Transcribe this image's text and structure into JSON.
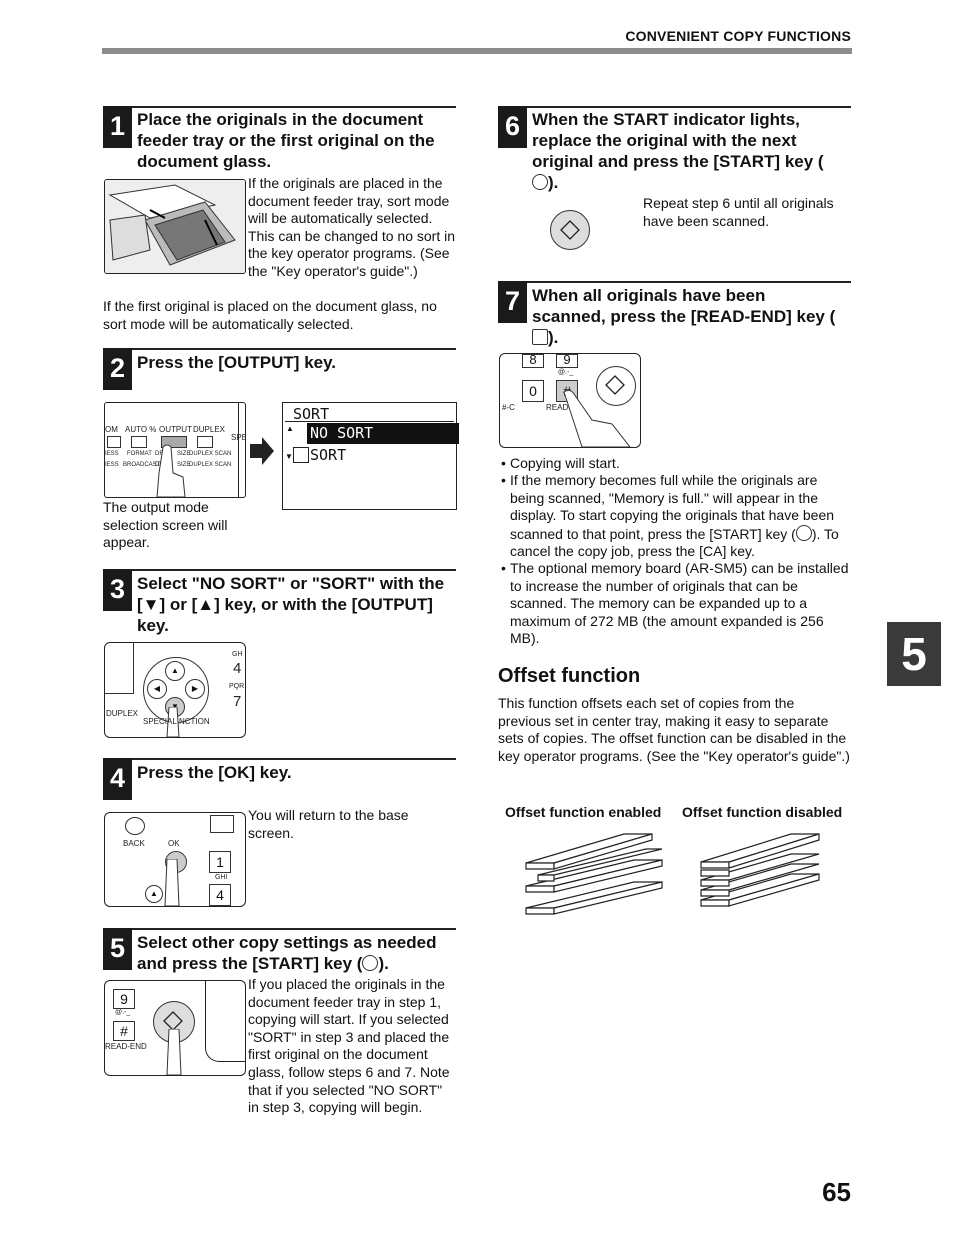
{
  "header": {
    "title": "CONVENIENT COPY FUNCTIONS"
  },
  "page_number": "65",
  "chapter_tab": "5",
  "steps": {
    "s1": {
      "num": "1",
      "title": "Place the originals in the document feeder tray or the first original on the document glass.",
      "body": "If the originals are placed in the document feeder tray, sort mode will be automatically selected. This can be changed to no sort in the key operator programs. (See the \"Key operator's guide\".)",
      "body2": "If the first original is placed on the document glass, no sort mode will be automatically selected."
    },
    "s2": {
      "num": "2",
      "title": "Press the [OUTPUT] key.",
      "caption": "The output mode selection screen will appear.",
      "panel_labels": [
        "OM",
        "AUTO %",
        "OUTPUT",
        "DUPLEX",
        "SPE",
        "IESS",
        "FORMAT",
        "DR",
        "SIZE",
        "DUPLEX SCAN",
        "IESS",
        "BROADCAST",
        "DR",
        "SIZE",
        "DUPLEX SCAN"
      ],
      "lcd": {
        "title": "SORT",
        "option1": "NO SORT",
        "option2": "SORT"
      }
    },
    "s3": {
      "num": "3",
      "title": "Select \"NO SORT\" or \"SORT\" with the [▼] or [▲] key, or with the [OUTPUT] key.",
      "panel_labels": [
        "GH",
        "4",
        "PQR",
        "7",
        "DUPLEX",
        "SPECIAL",
        "NCTION"
      ]
    },
    "s4": {
      "num": "4",
      "title": "Press the [OK] key.",
      "body": "You will return to the base screen.",
      "panel_labels": [
        "BACK",
        "OK",
        "1",
        "GHI",
        "4"
      ]
    },
    "s5": {
      "num": "5",
      "title_a": "Select other copy settings as needed and press the [START] key (",
      "title_b": ").",
      "body": "If you placed the originals in the document feeder tray in step 1, copying will start. If you selected \"SORT\" in step 3 and placed the first original on the document glass, follow steps 6 and 7. Note that if you selected \"NO SORT\" in step 3, copying will begin.",
      "panel_labels": [
        "9",
        "@.-_",
        "#",
        "READ-END"
      ]
    },
    "s6": {
      "num": "6",
      "title_a": "When the START indicator lights, replace the original with the next original and press the [START] key (",
      "title_b": ").",
      "body": "Repeat step 6 until all originals have been scanned."
    },
    "s7": {
      "num": "7",
      "title_a": "When all originals have been scanned, press the [READ-END] key (",
      "title_b": ").",
      "panel_labels": [
        "8",
        "9",
        "@.-_",
        "0",
        "#",
        "#-C",
        "READ-EN"
      ]
    }
  },
  "bullets": {
    "b1": "Copying will start.",
    "b2a": "If the memory becomes full while the originals are being scanned, \"Memory is full.\" will appear in the display. To start copying the originals that have been scanned to that point, press the [START] key (",
    "b2b": "). To cancel the copy job, press the [CA] key.",
    "b3": "The optional memory board (AR-SM5) can be installed to increase the number of originals that can be scanned. The memory can be expanded up to a maximum of 272 MB (the amount expanded is 256 MB)."
  },
  "offset": {
    "heading": "Offset function",
    "body": "This function offsets each set of copies from the previous set in center tray, making it easy to separate sets of copies. The offset function can be disabled in the key operator programs. (See the \"Key operator's guide\".)",
    "enabled_label": "Offset function enabled",
    "disabled_label": "Offset function disabled"
  }
}
